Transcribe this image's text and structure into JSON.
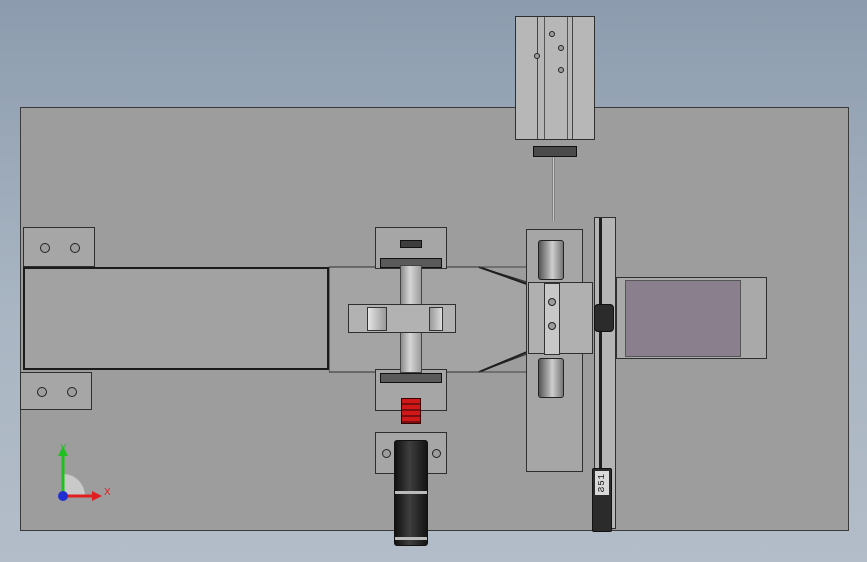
{
  "viewport": {
    "background_top": "#8c9cae",
    "background_bottom": "#b3bdc9"
  },
  "assembly": {
    "base_plate_color": "#9d9d9d",
    "part_color": "#a6a6a6",
    "coupling_color": "#d01818",
    "film_color": "#8a7f8c",
    "edge_color": "#2f2f2f"
  },
  "motor_label": {
    "text": "Ϩ51"
  },
  "triad": {
    "x_label": "X",
    "y_label": "Y",
    "x_color": "#e02020",
    "y_color": "#20c020",
    "z_color": "#2030d0"
  }
}
